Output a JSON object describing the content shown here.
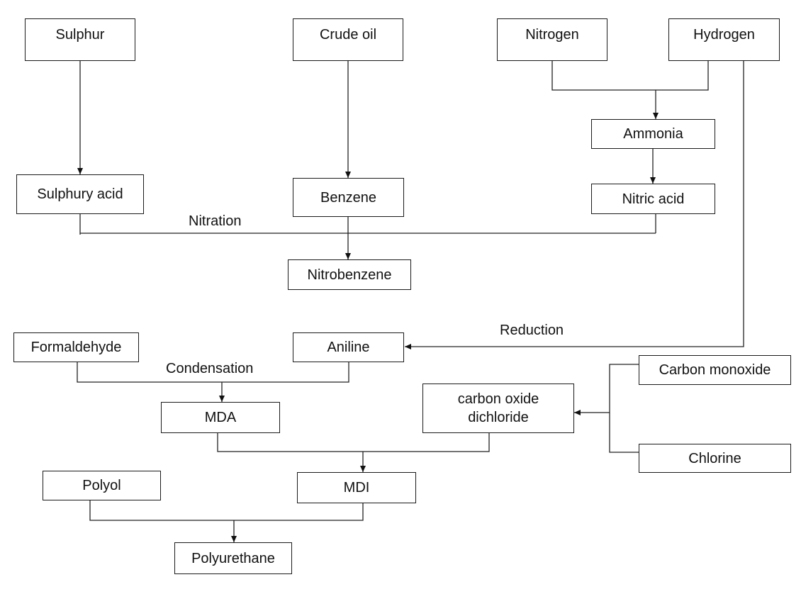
{
  "nodes": {
    "sulphur": "Sulphur",
    "crude_oil": "Crude oil",
    "nitrogen": "Nitrogen",
    "hydrogen": "Hydrogen",
    "ammonia": "Ammonia",
    "sulphury_acid": "Sulphury acid",
    "benzene": "Benzene",
    "nitric_acid": "Nitric acid",
    "nitrobenzene": "Nitrobenzene",
    "formaldehyde": "Formaldehyde",
    "aniline": "Aniline",
    "carbon_monoxide": "Carbon monoxide",
    "carbon_oxide_dichloride": [
      "carbon oxide",
      "dichloride"
    ],
    "mda": "MDA",
    "chlorine": "Chlorine",
    "polyol": "Polyol",
    "mdi": "MDI",
    "polyurethane": "Polyurethane"
  },
  "step_labels": {
    "nitration": "Nitration",
    "reduction": "Reduction",
    "condensation": "Condensation"
  }
}
